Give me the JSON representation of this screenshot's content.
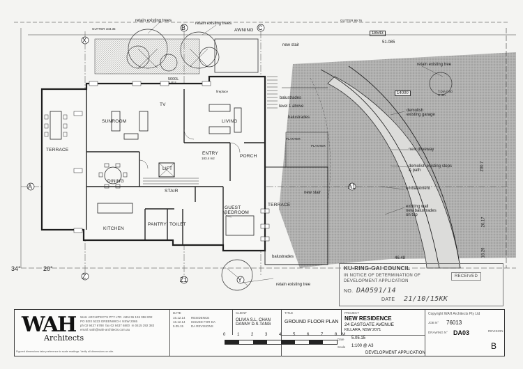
{
  "grid_labels": {
    "x": "X",
    "y": "Y",
    "z": "Z",
    "z1": "Z1",
    "a": "A",
    "a1": "A1",
    "b": "B",
    "c": "C"
  },
  "rooms": {
    "sunroom": "SUNROOM",
    "living": "LIVING",
    "tv": "TV",
    "terrace": "TERRACE",
    "dining": "DINING",
    "entry": "ENTRY",
    "entry_area": "183.4 m2",
    "lift": "LIFT",
    "stair": "STAIR",
    "porch": "PORCH",
    "guest_bedroom": "GUEST\nBEDROOM",
    "kitchen": "KITCHEN",
    "pantry": "PANTRY",
    "toilet": "TOILET",
    "terrace2": "TERRACE",
    "planter": "PLANTER",
    "planter2": "PLANTER",
    "fireplace": "fireplace",
    "awning": "AWNING",
    "tank": "5000L\n1.5H"
  },
  "annotations": {
    "retain_tree1": "retain existing trees",
    "retain_tree2": "retain existing trees",
    "retain_tree3": "retain existing tree",
    "retain_tree4": "retain existing tree",
    "new_stair": "new stair",
    "level_above": "level 1 above",
    "balustrades1": "balustrades",
    "balustrades2": "balustrades",
    "balustrades3": "balustrades",
    "demolish_garage": "demolish\nexisting garage",
    "new_driveway": "new driveway",
    "demolish_steps": "demolish existing steps\n& path",
    "embankment": "embankment",
    "wall_balustrades": "existing wall\nnew balustrades\non top",
    "gutter1": "GUTTER 103.35",
    "gutter2": "GUTTER 99.76",
    "dim_18543": "18543",
    "dim_51085": "51.085",
    "dim_14000": "14000",
    "dim_4648": "46.48",
    "dim_1829": "18.29",
    "dim_2007": "200.7",
    "dim_2017": "20.17",
    "angle": "20°",
    "angle2": "34°",
    "new_stair2": "new stair",
    "tree_label": "T.DIA 0.40\nH 4m"
  },
  "stamp": {
    "line1": "KU-RING-GAI COUNCIL",
    "line2": "RECEIVED",
    "line3": "IN NOTICE OF DETERMINATION OF",
    "line4": "DEVELOPMENT APPLICATION",
    "no_label": "NO.",
    "no_value": "DA0591/14",
    "date_label": "DATE",
    "date_value": "21/10/15KK"
  },
  "title_block": {
    "firm_name": "Architects",
    "firm_address": "WAH ARCHITECTS PTY LTD  ABN 36 126 058 002\nPO BOX 5223 GREENWICH  NSW 2065\nph 02 9437 6788  fax 02 9437 6800  m 0415 292 383\nemail: wah@wah-architects.com.au",
    "disclaimer": "Figured dimensions take preference to scale readings. Verify all dimensions on site.",
    "issue_h": "DATE",
    "issue_rows": [
      "16.12.14",
      "16.12.14",
      "5.05.15"
    ],
    "issue_desc": [
      "RESIDENCE",
      "ISSUED FOR DA",
      "DA REVISIONS"
    ],
    "client_h": "CLIENT",
    "client_v": "OLIVIA S.L. CHAN\nDANNY D.S.TANG",
    "title_h": "TITLE",
    "title_v": "GROUND FLOOR PLAN",
    "project_h": "PROJECT",
    "project_v": "NEW RESIDENCE",
    "project_addr": "24 EASTGATE AVENUE",
    "project_suburb": "KILLARA, NSW 2071",
    "copyright": "Copyright WAH Architects Pty Ltd",
    "job_h": "JOB N°",
    "job_v": "76013",
    "date_h": "Date",
    "date_v": "5.05.15",
    "drawing_h": "DRAWING N°",
    "drawing_v": "DA03",
    "scale_h": "Scale",
    "scale_v": "1:100 @ A3",
    "status_v": "DEVELOPMENT APPLICATION",
    "revision_h": "REVISION",
    "revision_v": "B",
    "scale_ticks": [
      "0",
      "1",
      "2",
      "3",
      "4",
      "5",
      "6",
      "7",
      "8"
    ],
    "scale_unit": "M"
  },
  "colors": {
    "line": "#2a2a2a",
    "shade": "#8e8e8e",
    "paper": "#f4f4f2"
  }
}
